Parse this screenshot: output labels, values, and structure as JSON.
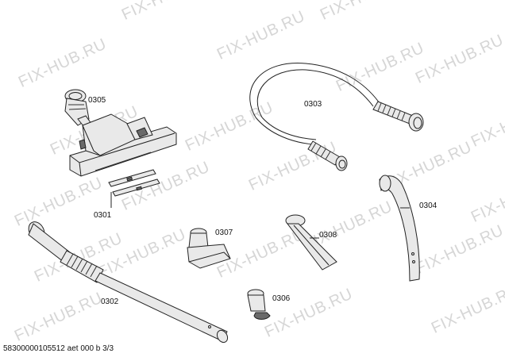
{
  "watermark_text": "FIX-HUB.RU",
  "parts": [
    {
      "id": "0305"
    },
    {
      "id": "0301"
    },
    {
      "id": "0303"
    },
    {
      "id": "0304"
    },
    {
      "id": "0307"
    },
    {
      "id": "0308"
    },
    {
      "id": "0302"
    },
    {
      "id": "0306"
    }
  ],
  "footer": "58300000105512 aet 000 b 3/3"
}
